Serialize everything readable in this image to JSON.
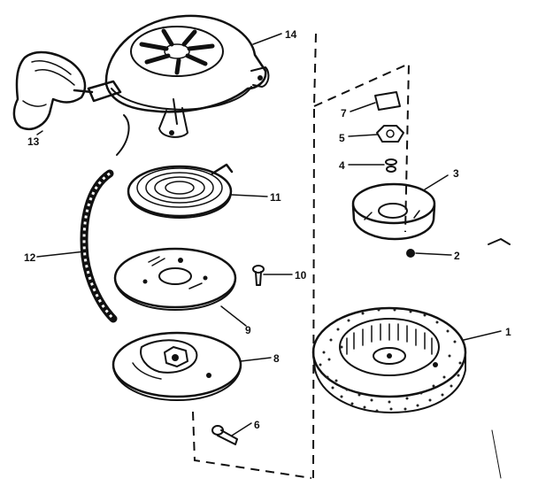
{
  "diagram": {
    "type": "exploded-parts-view",
    "ink_color": "#111111",
    "background": "#ffffff"
  },
  "callouts": [
    {
      "id": "p1",
      "label": "1"
    },
    {
      "id": "p2",
      "label": "2"
    },
    {
      "id": "p3",
      "label": "3"
    },
    {
      "id": "p4",
      "label": "4"
    },
    {
      "id": "p5",
      "label": "5"
    },
    {
      "id": "p6",
      "label": "6"
    },
    {
      "id": "p7",
      "label": "7"
    },
    {
      "id": "p8",
      "label": "8"
    },
    {
      "id": "p9",
      "label": "9"
    },
    {
      "id": "p10",
      "label": "10"
    },
    {
      "id": "p11",
      "label": "11"
    },
    {
      "id": "p12",
      "label": "12"
    },
    {
      "id": "p13",
      "label": "13"
    },
    {
      "id": "p14",
      "label": "14"
    }
  ]
}
